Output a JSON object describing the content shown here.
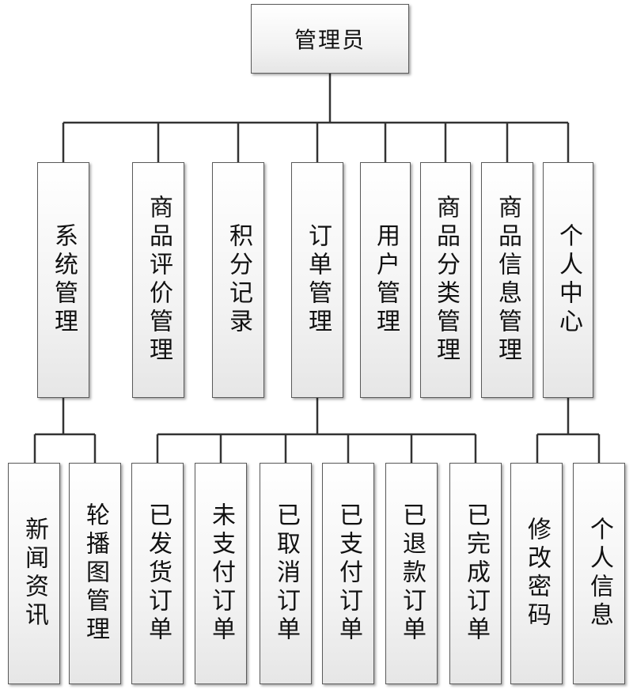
{
  "root": {
    "label": "管理员"
  },
  "modules": [
    {
      "label": "系统管理"
    },
    {
      "label": "商品评价管理"
    },
    {
      "label": "积分记录"
    },
    {
      "label": "订单管理"
    },
    {
      "label": "用户管理"
    },
    {
      "label": "商品分类管理"
    },
    {
      "label": "商品信息管理"
    },
    {
      "label": "个人中心"
    }
  ],
  "submodules": {
    "system": [
      {
        "label": "新闻资讯"
      },
      {
        "label": "轮播图管理"
      }
    ],
    "orders": [
      {
        "label": "已发货订单"
      },
      {
        "label": "未支付订单"
      },
      {
        "label": "已取消订单"
      },
      {
        "label": "已支付订单"
      },
      {
        "label": "已退款订单"
      },
      {
        "label": "已完成订单"
      }
    ],
    "personal": [
      {
        "label": "修改密码"
      },
      {
        "label": "个人信息"
      }
    ]
  }
}
